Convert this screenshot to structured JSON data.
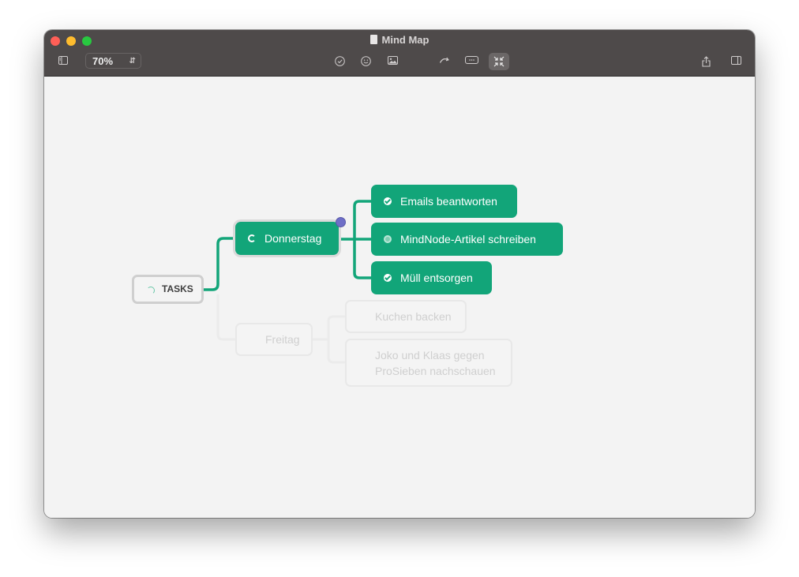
{
  "window": {
    "title": "Mind Map"
  },
  "toolbar": {
    "zoom": "70%",
    "icons": [
      "sidebar-left-icon",
      "check-circle-icon",
      "smiley-icon",
      "image-icon",
      "undo-arrow-icon",
      "text-field-icon",
      "focus-collapse-icon",
      "share-icon",
      "sidebar-right-icon"
    ]
  },
  "mindmap": {
    "root": "TASKS",
    "branches": [
      {
        "label": "Donnerstag",
        "children": [
          {
            "label": "Emails beantworten",
            "status": "done"
          },
          {
            "label": "MindNode-Artikel schreiben",
            "status": "open"
          },
          {
            "label": "Müll entsorgen",
            "status": "done"
          }
        ]
      },
      {
        "label": "Freitag",
        "children": [
          {
            "label": "Kuchen backen"
          },
          {
            "label": "Joko und Klaas gegen ProSieben nachschauen"
          }
        ]
      }
    ]
  },
  "colors": {
    "accent": "#12a579",
    "titlebar": "#4e4a4a",
    "canvas": "#f3f3f3",
    "handle": "#6e6ec7"
  }
}
